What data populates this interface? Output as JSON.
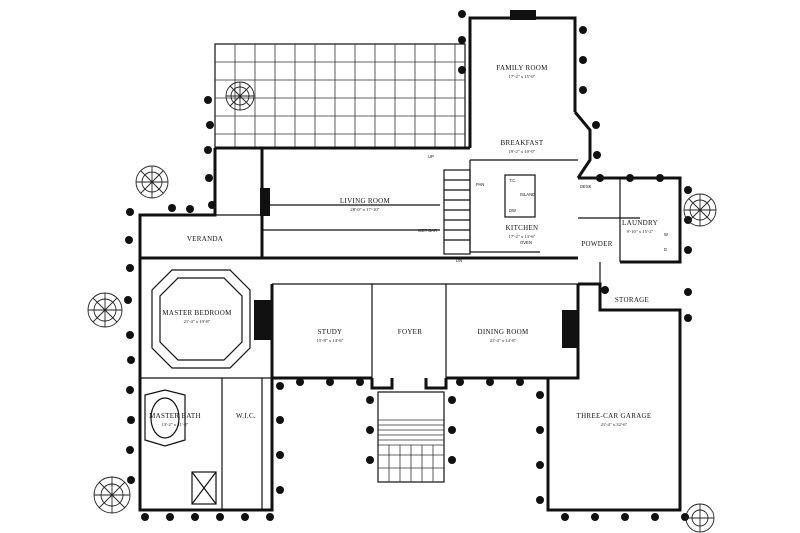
{
  "rooms": {
    "family_room": {
      "name": "FAMILY ROOM",
      "dims": "17'-2\" x 15'-0\""
    },
    "breakfast": {
      "name": "BREAKFAST",
      "dims": "19'-2\" x 10'-0\""
    },
    "living_room": {
      "name": "LIVING ROOM",
      "dims": "28'-0\" x 17'-10\""
    },
    "kitchen": {
      "name": "KITCHEN",
      "dims": "17'-2\" x 13'-6\""
    },
    "laundry": {
      "name": "LAUNDRY",
      "dims": "9'-10\" x 15'-2\""
    },
    "veranda": {
      "name": "VERANDA"
    },
    "powder": {
      "name": "POWDER"
    },
    "master_bedroom": {
      "name": "MASTER BEDROOM",
      "dims": "21'-4\" x 19'-8\""
    },
    "storage": {
      "name": "STORAGE"
    },
    "study": {
      "name": "STUDY",
      "dims": "15'-8\" x 14'-6\""
    },
    "foyer": {
      "name": "FOYER"
    },
    "dining_room": {
      "name": "DINING ROOM",
      "dims": "21'-4\" x 14'-8\""
    },
    "master_bath": {
      "name": "MASTER BATH",
      "dims": "13'-2\" x 21'-8\""
    },
    "wic": {
      "name": "W.I.C."
    },
    "garage": {
      "name": "THREE-CAR GARAGE",
      "dims": "21'-4\" x 32'-6\""
    }
  },
  "fixtures": {
    "up": "UP",
    "dn": "DN",
    "wet_bar": "WET BAR",
    "island": "ISLAND",
    "desk": "DESK",
    "oven": "OVEN",
    "pantry": "PAN",
    "tc": "T.C.",
    "dw": "DW",
    "w": "W",
    "d": "D"
  }
}
